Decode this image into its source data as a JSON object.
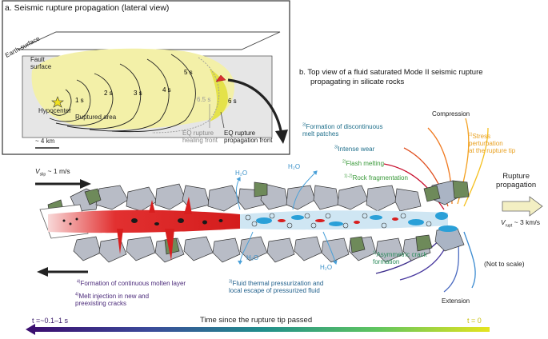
{
  "panel_a": {
    "title": "a. Seismic rupture propagation (lateral view)",
    "earth_surface": "Earth surface",
    "fault_surface": "Fault\nsurface",
    "hypocenter": "Hypocenter",
    "ruptured_area": "Ruptured area",
    "times": [
      "1 s",
      "2 s",
      "3 s",
      "4 s",
      "5 s",
      "6.5 s",
      "6 s"
    ],
    "healing_front": "EQ rupture\nhealing front",
    "propagation_front": "EQ rupture\npropagation front",
    "scale": "~ 4 km"
  },
  "panel_b": {
    "title_line1": "b.  Top view of a fluid saturated Mode II seismic rupture",
    "title_line2": "propagating in silicate rocks",
    "compression": "Compression",
    "extension": "Extension",
    "rupture_propagation": "Rupture\npropagation",
    "v_rupt_label": "V",
    "v_rupt_sub": "rupt",
    "v_rupt_value": " ~ 3 km/s",
    "v_slip_label": "V",
    "v_slip_sub": "slip",
    "v_slip_value": " ~ 1 m/s",
    "not_to_scale": "(Not to scale)",
    "h2o": "H₂O",
    "annotations": {
      "melt_patches": {
        "sup": "3)",
        "text": "Formation of discontinuous\nmelt patches",
        "color": "#1f6f8b"
      },
      "intense_wear": {
        "sup": "3)",
        "text": "Intense wear",
        "color": "#1f6f8b"
      },
      "flash_melting": {
        "sup": "2)",
        "text": "Flash melting",
        "color": "#3a9a3a"
      },
      "rock_frag": {
        "sup": "1)-2)",
        "text": "Rock fragmentation",
        "color": "#3a9a3a"
      },
      "stress": {
        "sup": "1)",
        "text": "Stress\nperturbation\nat the rupture tip",
        "color": "#e8a020"
      },
      "asym_crack": {
        "sup": "1)",
        "text": "Asymmetric crack\nformation",
        "color": "#2a8a5a"
      },
      "molten_layer": {
        "sup": "4)",
        "text": "Formation of continuous molten layer",
        "color": "#4b2a7a"
      },
      "melt_injection": {
        "sup": "4)",
        "text": "Melt injection in new and\npreexisting cracks",
        "color": "#4b2a7a"
      },
      "fluid_thermal": {
        "sup": "3)",
        "text": "Fluid thermal pressurization and\nlocal escape of pressurized fluid",
        "color": "#1f5f8b"
      }
    }
  },
  "timebar": {
    "title": "Time since the rupture tip passed",
    "left": "t =~0.1–1 s",
    "right": "t = 0",
    "left_color": "#3a1a6a",
    "right_color": "#d8e020"
  }
}
